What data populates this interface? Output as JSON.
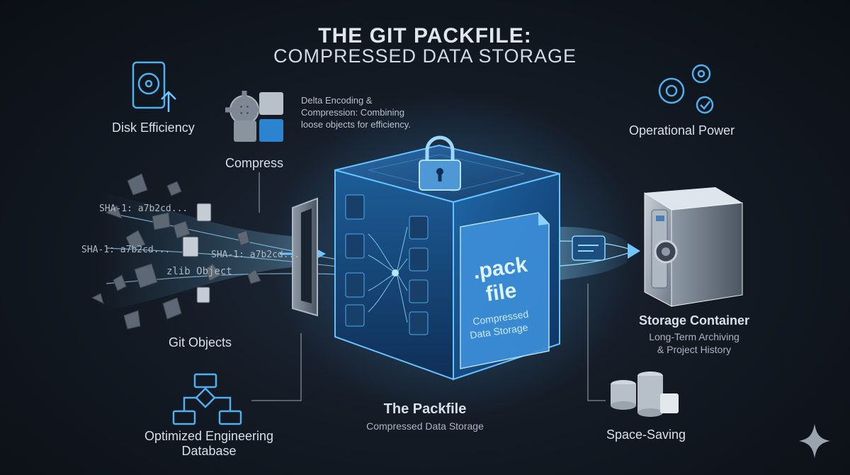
{
  "title": {
    "line1": "THE GIT PACKFILE:",
    "line2": "COMPRESSED DATA STORAGE"
  },
  "labels": {
    "disk_efficiency": "Disk Efficiency",
    "compress": "Compress",
    "compress_note": "Delta Encoding & Compression: Combining loose objects for efficiency.",
    "operational_power": "Operational Power",
    "git_objects": "Git Objects",
    "sha_1": "SHA-1: a7b2cd...",
    "sha_2": "SHA-1: a7b2cd...",
    "sha_3": "SHA-1: a7b2cd...",
    "zlib_object": "zlib Object",
    "pack_file_line1": ".pack",
    "pack_file_line2": "file",
    "pack_file_sub1": "Compressed",
    "pack_file_sub2": "Data Storage",
    "packfile_title": "The Packfile",
    "packfile_sub": "Compressed Data Storage",
    "storage_container": "Storage Container",
    "storage_sub1": "Long-Term Archiving",
    "storage_sub2": "& Project History",
    "space_saving": "Space-Saving",
    "engineering_db1": "Optimized Engineering",
    "engineering_db2": "Database"
  },
  "icons": [
    "hard-disk-icon",
    "gears-puzzle-icon",
    "gears-check-icon",
    "lock-icon",
    "safe-icon",
    "database-stack-icon",
    "flowchart-icon",
    "sparkle-icon"
  ],
  "colors": {
    "accent": "#3fa9ff",
    "glow": "#5cc4ff",
    "background": "#121923",
    "metal": "#9aa6b3"
  }
}
